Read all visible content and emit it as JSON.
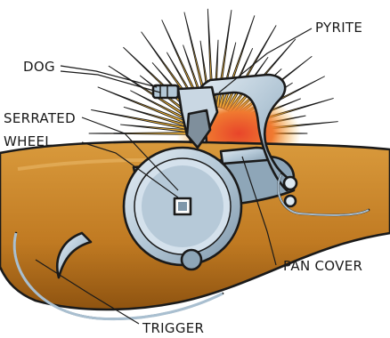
{
  "labels": {
    "pyrite": "PYRITE",
    "dog": "DOG",
    "serrated_wheel_line1": "SERRATED",
    "serrated_wheel_line2": "WHEEL",
    "pan_cover": "PAN COVER",
    "trigger": "TRIGGER"
  },
  "colors": {
    "stock": "#c8862a",
    "stock_dark": "#8e5310",
    "burst": "#f6b93a",
    "glow": "#e8452a",
    "metal": "#a9bfd0",
    "metal_light": "#dde8f0",
    "outline": "#1a1a1a"
  }
}
